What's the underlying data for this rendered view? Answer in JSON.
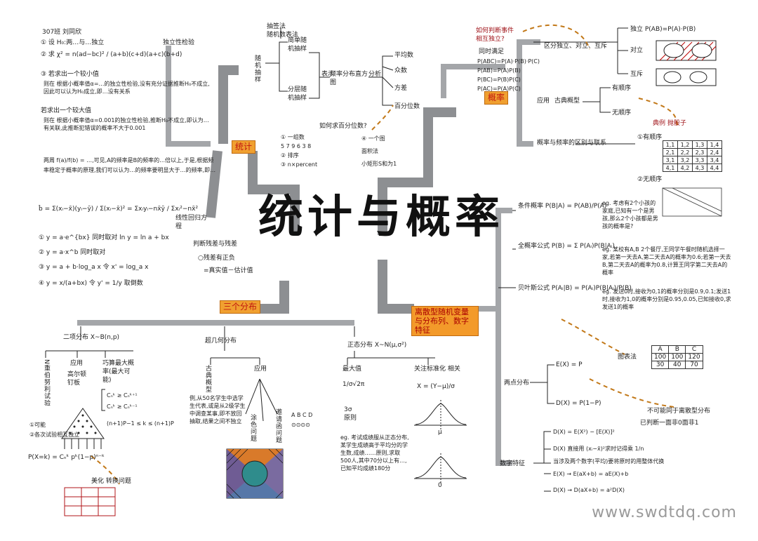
{
  "title": "统计与概率",
  "branches": {
    "stats": "统计",
    "prob": "概率",
    "three_dist": "三个分布",
    "discrete": "离散型随机变量与分布列、数字特征"
  },
  "stats_top": {
    "independence": "独立性检验",
    "sampling_label": "随机抽样",
    "note_top": "抽签法\n随机数表法",
    "simple": "简单随机抽样",
    "layered": "分层随机抽样",
    "table": "表示",
    "freq": "频率分布直方图",
    "analysis": "分析",
    "mean": "平均数",
    "mode": "众数",
    "variance": "方差",
    "percentile": "百分位数",
    "q_percentile": "如何求百分位数?",
    "steps": [
      "① 一组数",
      "5 7 9 6 3 8",
      "② 排序",
      "③ n×percent",
      "④ 一个图",
      "面积法",
      "小矩形S和为1"
    ],
    "regression": "线性回归方程",
    "residual": "判断残差与残差",
    "residual_note": "○残差有正负",
    "residual_eq": "=真实值－估计值"
  },
  "stats_left": {
    "header": "307班 刘同欣",
    "h0": "① 设 H₀:两…与…独立",
    "chi": "② 求 χ² = n(ad−bc)² / (a+b)(c+d)(a+c)(b+d)",
    "small_note": "③ 若求出一个较小值",
    "small_desc": "则在 根据小概率值α=…的独立性检验,没有充分证据推断H₀不成立,因此可以认为H₀成立,即…没有关系",
    "big_note": "若求出一个较大值",
    "big_desc": "则在 根据小概率值α=0.001的独立性检验,推断H₀不成立,即认为…有关联,此推断犯错误的概率不大于0.001",
    "compare": "两周 f(a)/f(b) = …,可见,A的频率是B的频率的…倍以上,于是,根据频率稳定于概率的原理,我们可以认为…的频率要明显大于…的频率,即…",
    "b_formula": "b̂ = Σ(xᵢ−x̄)(yᵢ−ȳ) / Σ(xᵢ−x̄)² = Σxᵢyᵢ−nx̄ȳ / Σxᵢ²−nx̄²",
    "y1": "① y = a·e^{bx} 同时取对 ln y = ln a + bx",
    "y2": "② y = a·x^b 同时取对",
    "y3": "③ y = a + b·log_a x 令 x' = log_a x",
    "y4": "④ y = x/(a+bx) 令 y' = 1/y 取倒数"
  },
  "prob_top": {
    "question": "如何判断事件相互独立?",
    "simultaneous": "同时满足",
    "eq1": "P(ABC)=P(A)·P(B)·P(C)",
    "eq2": "P(AB)=P(A)P(B)",
    "eq3": "P(BC)=P(B)P(C)",
    "eq4": "P(AC)=P(A)P(C)",
    "distinguish": "区分独立、对立、互斥",
    "indep": "独立 P(AB)=P(A)·P(B)",
    "oppose": "对立",
    "mutex": "互斥",
    "apply": "应用",
    "classical": "古典概型",
    "order": "有顺序",
    "no_order": "无顺序",
    "example": "典例 抛骰子",
    "ordered": "①有顺序",
    "unordered": "②无顺序",
    "freq_prob": "概率与频率的区别与联系"
  },
  "prob_mid": {
    "cond": "条件概率 P(B|A) = P(AB)/P(A)",
    "cond_eg": "eg. 考虑有2个小孩的家庭,已知有一个是男孩,那么2个小孩都是男孩的概率是?",
    "total": "全概率公式 P(B) = Σ P(Aᵢ)P(B|Aᵢ)",
    "total_eg": "eg. 某校有A,B 2个餐厅,王同学午餐时随机选择一家,若第一天去A,第二天去A的概率为0.6;若第一天去B,第二天去A的概率为0.8,计算王同学第二天去A的概率",
    "bayes": "贝叶斯公式 P(Aᵢ|B) = P(Aᵢ)P(B|Aᵢ)/P(B)",
    "bayes_eg": "eg. 发送0时,接收为0,1的概率分别是0.9,0.1;发送1时,接收为1,0的概率分别是0.95,0.05,已知接收0,求发送1的概率",
    "chart_label": "图表法"
  },
  "prob_bottom": {
    "two_point": "两点分布",
    "ex": "E(X) = P",
    "dx": "D(X) = P(1−P)",
    "note": "不可能同于离散型分布",
    "note2": "已判断一面非0面非1",
    "digital": "数字特征",
    "d1": "D(X) = E(X²) − [E(X)]²",
    "d2": "D(X) 直接用 (xᵢ−x̄)²求时记得乘 1/n",
    "d3": "当涉及两个数字(平均)要将原时的用整体代换",
    "d4": "E(X) → E(aX+b) = aE(X)+b",
    "d5": "D(X) → D(aX+b) = a²D(X)"
  },
  "bottom": {
    "binom": "二项分布 X~B(n,p)",
    "bin1": "N重伯努利试验",
    "bin1a": "①可能",
    "bin1b": "②各次试验相互独立",
    "bin2": "应用",
    "bin2a": "高尔顿钉板",
    "bin3": "巧算最大概率(最大可能)",
    "bin3a": "Cₙᵏ ≥ Cₙᵏ⁺¹",
    "bin3b": "Cₙᵏ ≥ Cₙᵏ⁻¹",
    "bin3c": "(n+1)P−1 ≤ k ≤ (n+1)P",
    "pform": "P(X=k) = Cₙᵏ pᵏ(1−p)ⁿ⁻ᵏ",
    "meihua": "美化 转换问题",
    "hyper": "超几何分布",
    "hyp1": "古典概型",
    "hyp1a": "例,从50名学生中选学生代表,或是从2级学生中调查某事,即不放回抽取,结果之间不独立",
    "hyp2": "应用",
    "hyp2a": "涂色问题",
    "hyp2b": "邀请函问题",
    "abcd": "A B C D",
    "circles": "⊙⊙⊙⊙",
    "normal": "正态分布 X~N(μ,σ²)",
    "n1": "最大值",
    "n1a": "1/σ√2π",
    "n2": "3σ原则",
    "n3": "关注标准化 相关",
    "n3a": "X = (Y−μ)/σ",
    "neg": "eg. 考试成绩服从正态分布,某学生成绩高于平均分的学生数,成绩……原则,求取500人,其中70分以上有…,已知平均成绩180分",
    "mu": "μ",
    "zero": "0"
  },
  "table_ab": {
    "headers": [
      "A",
      "B",
      "C"
    ],
    "rows": [
      [
        "100",
        "100",
        "120"
      ],
      [
        "30",
        "40",
        "70"
      ]
    ]
  },
  "watermark": "www.swdtdq.com"
}
